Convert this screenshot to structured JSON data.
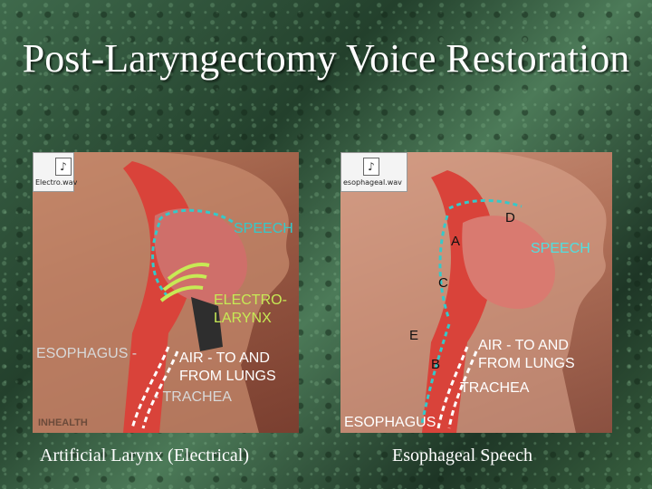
{
  "title": "Post-Laryngectomy Voice Restoration",
  "panels": {
    "left": {
      "audio_file": "Electro.wav",
      "labels": {
        "speech": "SPEECH",
        "electro_larynx": "ELECTRO-\nLARYNX",
        "esophagus": "ESOPHAGUS -",
        "air": "AIR - TO AND\nFROM LUNGS",
        "trachea": "- TRACHEA",
        "watermark": "INHEALTH"
      },
      "caption": "Artificial Larynx (Electrical)"
    },
    "right": {
      "audio_file": "esophageal.wav",
      "labels": {
        "speech": "SPEECH",
        "a": "A",
        "b": "B",
        "c": "C",
        "d": "D",
        "e": "E",
        "air": "AIR - TO AND\nFROM LUNGS",
        "trachea": "TRACHEA",
        "esophagus": "ESOPHAGUS"
      },
      "caption": "Esophageal Speech"
    }
  },
  "colors": {
    "background": "#2c4a35",
    "speech_path": "#35c9c9",
    "vibration": "#c7ea55",
    "air_path": "#ffffff"
  },
  "icons": {
    "audio_clip": "sound-file-icon"
  }
}
